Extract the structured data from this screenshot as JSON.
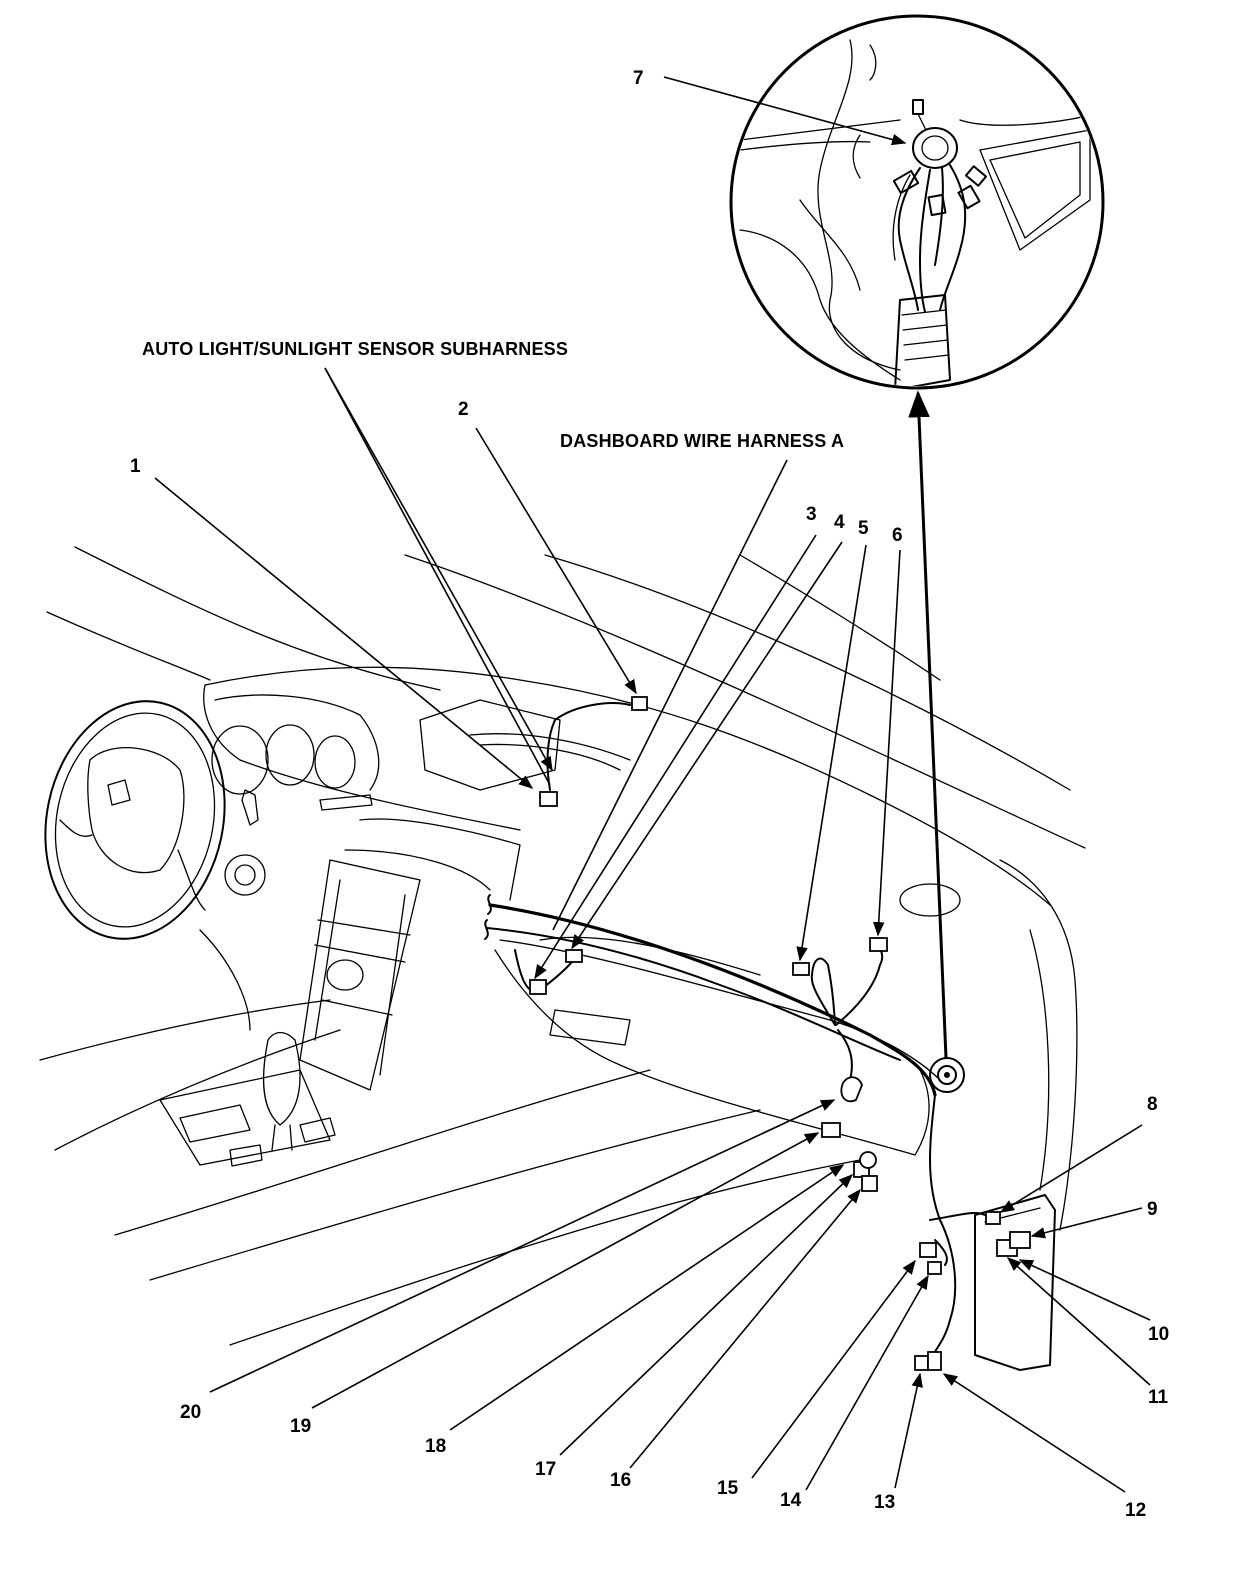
{
  "labels": {
    "sensor_subharness": "AUTO LIGHT/SUNLIGHT SENSOR SUBHARNESS",
    "dashboard_harness": "DASHBOARD WIRE HARNESS A"
  },
  "callouts": {
    "n1": "1",
    "n2": "2",
    "n3": "3",
    "n4": "4",
    "n5": "5",
    "n6": "6",
    "n7": "7",
    "n8": "8",
    "n9": "9",
    "n10": "10",
    "n11": "11",
    "n12": "12",
    "n13": "13",
    "n14": "14",
    "n15": "15",
    "n16": "16",
    "n17": "17",
    "n18": "18",
    "n19": "19",
    "n20": "20"
  }
}
